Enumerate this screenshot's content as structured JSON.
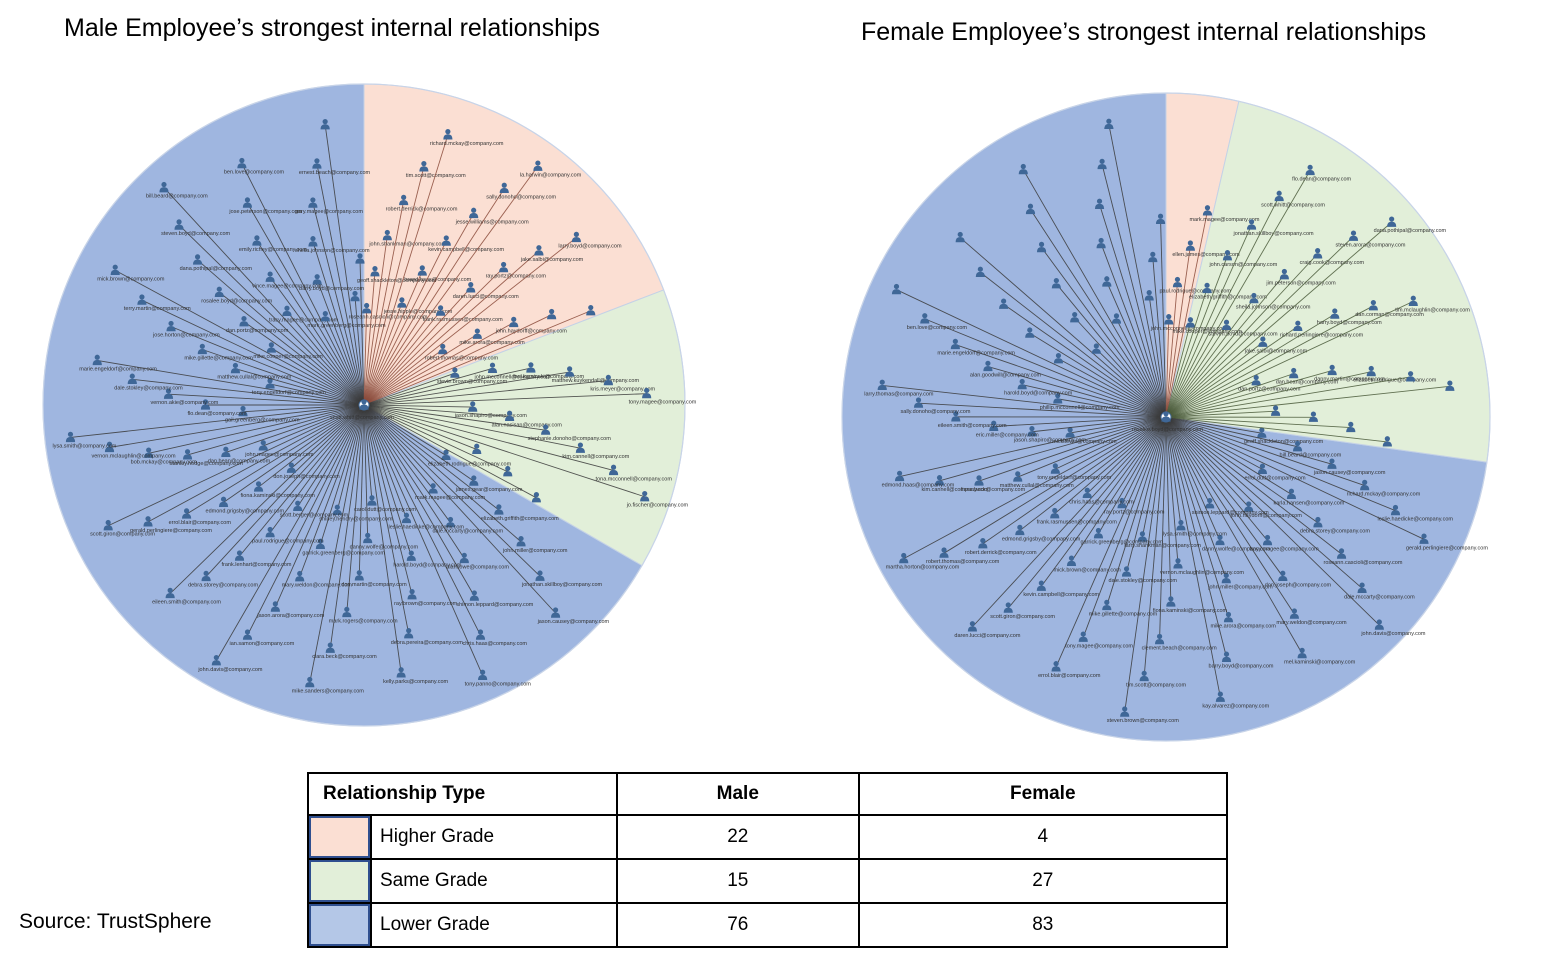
{
  "titles": {
    "male": "Male Employee’s strongest internal relationships",
    "female": "Female Employee’s strongest internal relationships"
  },
  "colors": {
    "higher": "#fbdfd3",
    "same": "#e2efd9",
    "lower": "#9fb6e0",
    "lower_edge": "#b5c8e8",
    "node": "#3f6797",
    "line": "#3a3a3a"
  },
  "source": "Source: TrustSphere",
  "table": {
    "headers": [
      "Relationship Type",
      "Male",
      "Female"
    ],
    "rows": [
      {
        "label": "Higher Grade",
        "male": "22",
        "female": "4",
        "color": "#fbdfd3"
      },
      {
        "label": "Same Grade",
        "male": "15",
        "female": "27",
        "color": "#e2efd9"
      },
      {
        "label": "Lower Grade",
        "male": "76",
        "female": "83",
        "color": "#b4c7e7"
      }
    ]
  },
  "chart_data": [
    {
      "type": "network",
      "title": "Male Employee’s strongest internal relationships",
      "center_label": "scott.whitt@company.com",
      "groups": [
        {
          "name": "Higher Grade",
          "count": 22
        },
        {
          "name": "Same Grade",
          "count": 15
        },
        {
          "name": "Lower Grade",
          "count": 76
        }
      ],
      "labels": {
        "higher": [
          "roseann.cascioli@company.com",
          "geoff.shackleton@company.com",
          "john.shankman@company.com",
          "robert.derrick@company.com",
          "tim.scott@company.com",
          "richard.mckay@company.com",
          "jesse.hipple@company.com",
          "brand.haas@company.com",
          "kevin.campbell@company.com",
          "jesse.williams@company.com",
          "sally.donoho@company.com",
          "la.harwin@company.com",
          "frank.rasmussen@company.com",
          "daren.lucci@company.com",
          "ray.portz@company.com",
          "jake.salbi@company.com",
          "larry.boyd@company.com",
          "robert.thomas@company.com",
          "mike.arora@company.com",
          "john.haydorff@company.com"
        ],
        "same": [
          "stevie.brown@company.com",
          "john.mcconnell@company.com",
          "mel.kaminski@company.com",
          "matthew.kuykendall@company.com",
          "kris.meyer@company.com",
          "tony.magee@company.com",
          "jason.shapiro@company.com",
          "alan.nasisan@company.com",
          "stephanie.donoho@company.com",
          "kim.cannell@company.com",
          "tona.mcconnell@company.com",
          "jo.fischer@company.com"
        ],
        "lower": [
          "elizabeth.rodrigue@company.com",
          "james.gear@company.com",
          "elizabeth.griffith@company.com",
          "john.miller@company.com",
          "jonathan.skillboy@company.com",
          "jason.causey@company.com",
          "mark.magee@company.com",
          "dale.mccarty@company.com",
          "alan.lowe@company.com",
          "shimon.leppard@company.com",
          "chris.haas@company.com",
          "tony.panno@company.com",
          "leslie.haedicke@company.com",
          "harold.boyd@company.com",
          "ray.brown@company.com",
          "debra.pereira@company.com",
          "kelly.parks@company.com",
          "carol.dutt@company.com",
          "danny.wolfe@company.com",
          "don.martin@company.com",
          "mark.rogers@company.com",
          "clara.beck@company.com",
          "mike.sanders@company.com",
          "shirley.hendry@company.com",
          "garrick.greenberg@company.com",
          "mary.weldon@company.com",
          "jason.arora@company.com",
          "ian.samon@company.com",
          "john.davis@company.com",
          "scott.berger@company.com",
          "paul.rodrigue@company.com",
          "frank.lenhart@company.com",
          "debra.storey@company.com",
          "eileen.smith@company.com",
          "don.joseph@company.com",
          "fiona.kaminski@company.com",
          "edmond.grigsby@company.com",
          "errol.blair@company.com",
          "gerald.perlingiere@company.com",
          "scott.giron@company.com",
          "john.magee@company.com",
          "dan.bean@company.com",
          "stanley.hodge@company.com",
          "bob.mckay@company.com",
          "vernon.mclaughlin@company.com",
          "lysa.smith@company.com",
          "gail.greenberg@company.com",
          "flo.dean@company.com",
          "vernon.akie@company.com",
          "dale.stokley@company.com",
          "marie.engeldorf@company.com",
          "tony.engeldorf@company.com",
          "matthew.cullal@company.com",
          "mike.gillette@company.com",
          "jose.horton@company.com",
          "terry.martin@company.com",
          "mick.brown@company.com",
          "mike.cooper@company.com",
          "dan.portz@company.com",
          "rosalee.boyd@company.com",
          "dana.pothipal@company.com",
          "steven.boyd@company.com",
          "bill.beard@company.com",
          "tracy.magee@company.com",
          "vince.magee@company.com",
          "emily.richey@company.com",
          "jose.peterson@company.com",
          "ben.love@company.com",
          "mark.greenberg@company.com",
          "barry.boyd@company.com",
          "sheila.johnson@company.com",
          "gary.magee@company.com",
          "ernest.beach@company.com"
        ]
      }
    },
    {
      "type": "network",
      "title": "Female Employee’s strongest internal relationships",
      "center_label": "rosalee.boyd@company.com",
      "groups": [
        {
          "name": "Higher Grade",
          "count": 4
        },
        {
          "name": "Same Grade",
          "count": 27
        },
        {
          "name": "Lower Grade",
          "count": 83
        }
      ],
      "labels": {
        "higher": [
          "john.mcconnell@company.com",
          "paul.rodrigue@company.com",
          "ellen.james@company.com",
          "mark.magee@company.com"
        ],
        "same": [
          "mike.cooper@company.com",
          "elizabeth.griffith@company.com",
          "john.carson@company.com",
          "jonathan.skillboy@company.com",
          "scott.whitt@company.com",
          "flo.dean@company.com",
          "steven.boyd@company.com",
          "sheila.johnson@company.com",
          "jim.peterson@company.com",
          "craig.cook@company.com",
          "steven.arora@company.com",
          "dana.pothipal@company.com",
          "jake.salbi@company.com",
          "richard.perlingiere@company.com",
          "harry.boyd@company.com",
          "dan.corman@company.com",
          "tim.mclaughlin@company.com",
          "dan.portz@company.com",
          "dan.bean@company.com",
          "danny.martin@company.com",
          "elizabeth.rodrigue@company.com"
        ],
        "lower": [
          "geoff.shackleton@company.com",
          "bill.beard@company.com",
          "jason.causey@company.com",
          "richard.mckay@company.com",
          "leslie.haedicke@company.com",
          "gerald.perlingiere@company.com",
          "errol.dutt@company.com",
          "karla.hansen@company.com",
          "debra.storey@company.com",
          "roseann.cascioli@company.com",
          "dale.mccarty@company.com",
          "john.davis@company.com",
          "john.haydorff@company.com",
          "tracy.magee@company.com",
          "don.joseph@company.com",
          "mary.weldon@company.com",
          "mel.kaminski@company.com",
          "shimon.leppard@company.com",
          "danny.wolfe@company.com",
          "john.miller@company.com",
          "mike.arora@company.com",
          "barry.boyd@company.com",
          "kay.alvarez@company.com",
          "lysa.smith@company.com",
          "vernon.mclaughlin@company.com",
          "fiona.kaminski@company.com",
          "clement.beach@company.com",
          "tim.scott@company.com",
          "steven.brown@company.com",
          "larry.shankman@company.com",
          "dale.stokley@company.com",
          "mike.gillette@company.com",
          "tony.magee@company.com",
          "errol.blair@company.com",
          "ray.portz@company.com",
          "garrick.greenberg@company.com",
          "mick.brown@company.com",
          "kevin.campbell@company.com",
          "scott.giron@company.com",
          "daren.lucci@company.com",
          "chris.haas@company.com",
          "frank.rasmussen@company.com",
          "edmond.grigsby@company.com",
          "robert.derrick@company.com",
          "robert.thomas@company.com",
          "martha.horton@company.com",
          "tony.engeldorf@company.com",
          "matthew.cullal@company.com",
          "liana.beck@company.com",
          "kim.cannell@company.com",
          "edmond.haas@company.com",
          "mick.lewis@company.com",
          "jason.shapiro@company.com",
          "eric.miller@company.com",
          "eileen.smith@company.com",
          "sally.donoho@company.com",
          "larry.thomas@company.com",
          "phillip.mcconnell@company.com",
          "harold.boyd@company.com",
          "alan.goodwill@company.com",
          "marie.engeldorf@company.com",
          "ben.love@company.com"
        ]
      }
    }
  ]
}
